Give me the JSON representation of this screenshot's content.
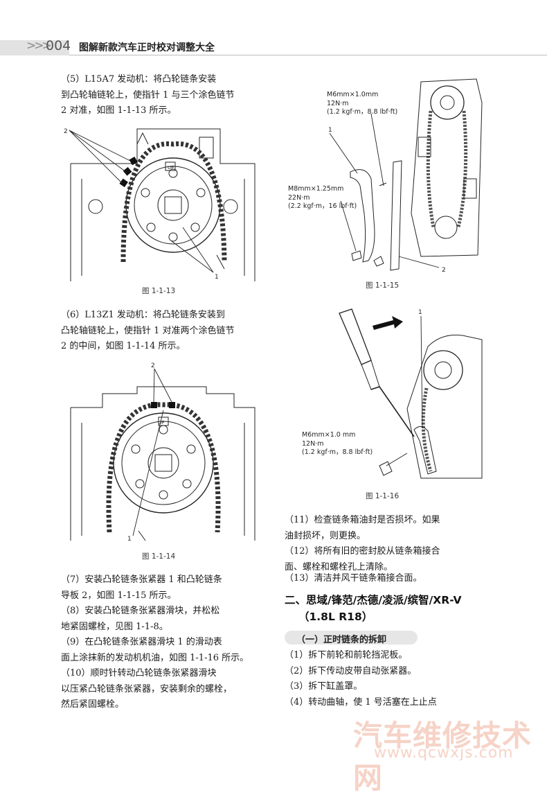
{
  "header": {
    "arrows": ">>>",
    "page_number": "004",
    "book_title": "图解新款汽车正时校对调整大全"
  },
  "left": {
    "p5": [
      "（5）L15A7 发动机：将凸轮链条安装",
      "到凸轮轴链轮上，使指针 1 与三个涂色链节",
      "2 对准，如图 1-1-13 所示。"
    ],
    "fig13": {
      "caption": "图 1-1-13",
      "label_1": "1",
      "label_2": "2",
      "up_mark": "UP"
    },
    "p6": [
      "（6）L13Z1 发动机：将凸轮链条安装到",
      "凸轮轴链轮上，使指针 1 对准两个涂色链节",
      "2 的中间，如图 1-1-14 所示。"
    ],
    "fig14": {
      "caption": "图 1-1-14",
      "label_1": "1",
      "label_2": "2",
      "up_mark": "UP"
    },
    "p7": [
      "（7）安装凸轮链条张紧器 1 和凸轮链条",
      "导板 2，如图 1-1-15 所示。"
    ],
    "p8": [
      "（8）安装凸轮链条张紧器滑块，并松松",
      "地紧固螺栓，见图 1-1-8。"
    ],
    "p9": [
      "（9）在凸轮链条张紧器滑块 1 的滑动表",
      "面上涂抹新的发动机机油，如图 1-1-16 所示。"
    ],
    "p10": [
      "（10）顺时针转动凸轮链条张紧器滑块",
      "以压紧凸轮链条张紧器，安装剩余的螺栓，",
      "然后紧固螺栓。"
    ]
  },
  "right": {
    "fig15": {
      "caption": "图 1-1-15",
      "spec_a": [
        "M6mm×1.0mm",
        "12N·m",
        "(1.2 kgf·m，8.8 lbf·ft)"
      ],
      "spec_b": [
        "M8mm×1.25mm",
        "22N·m",
        "(2.2 kgf·m，16 lbf·ft)"
      ],
      "label_1": "1",
      "label_2": "2"
    },
    "fig16": {
      "caption": "图 1-1-16",
      "spec": [
        "M6mm×1.0 mm",
        "12N·m",
        "(1.2 kgf·m，8.8 lbf·ft)"
      ],
      "label_1": "1"
    },
    "p11": [
      "（11）检查链条箱油封是否损坏。如果",
      "油封损坏，则更换。"
    ],
    "p12": [
      "（12）将所有旧的密封胶从链条箱接合",
      "面、螺栓和螺栓孔上清除。"
    ],
    "p13": [
      "（13）清洁并风干链条箱接合面。"
    ],
    "section_title": [
      "二、思域/锋范/杰德/凌派/缤智/XR-V",
      "（1.8L R18）"
    ],
    "subsection_title": "（一）正时链条的拆卸",
    "s1": "（1）拆下前轮和前轮挡泥板。",
    "s2": "（2）拆下传动皮带自动张紧器。",
    "s3": "（3）拆下缸盖罩。",
    "s4": "（4）转动曲轴，使 1 号活塞在上止点"
  },
  "watermark": {
    "text": "汽车维修技术网",
    "url": "www.qcwxjs.com"
  }
}
